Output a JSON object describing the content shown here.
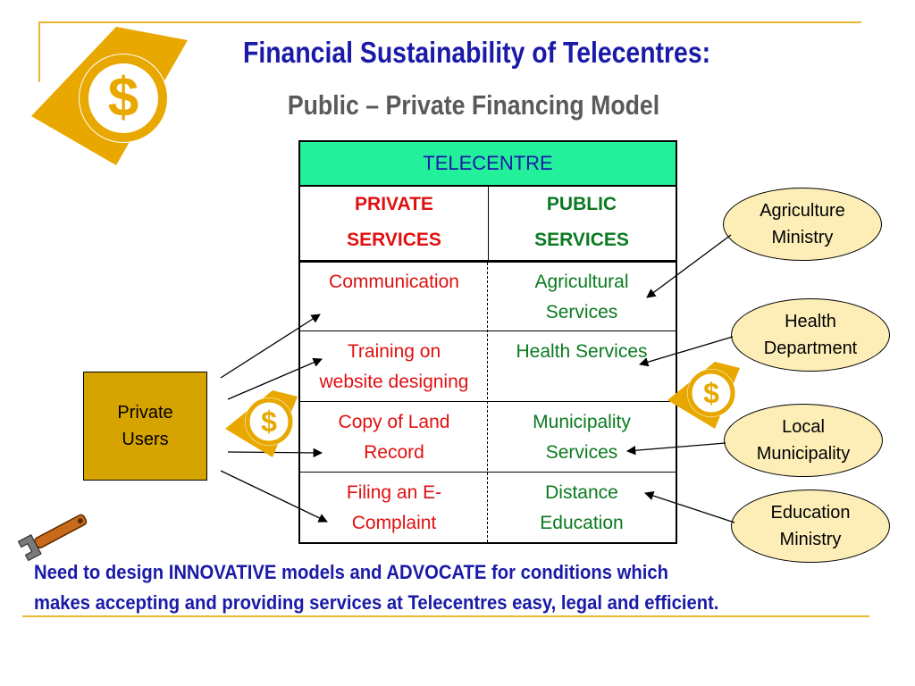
{
  "title": "Financial Sustainability of Telecentres:",
  "subtitle": "Public – Private Financing Model",
  "table": {
    "header": "TELECENTRE",
    "private_heading": [
      "PRIVATE",
      "SERVICES"
    ],
    "public_heading": [
      "PUBLIC",
      "SERVICES"
    ],
    "rows": [
      {
        "private": [
          "Communication"
        ],
        "public": [
          "Agricultural",
          "Services"
        ]
      },
      {
        "private": [
          "Training on",
          "website designing"
        ],
        "public": [
          "Health Services"
        ]
      },
      {
        "private": [
          "Copy of Land",
          "Record"
        ],
        "public": [
          "Municipality",
          "Services"
        ]
      },
      {
        "private": [
          "Filing an E-",
          "Complaint"
        ],
        "public": [
          "Distance",
          "Education"
        ]
      }
    ]
  },
  "private_users": [
    "Private",
    "Users"
  ],
  "entities": [
    {
      "id": "agriculture",
      "lines": [
        "Agriculture",
        "Ministry"
      ]
    },
    {
      "id": "health",
      "lines": [
        "Health",
        "Department"
      ]
    },
    {
      "id": "municipality",
      "lines": [
        "Local",
        "Municipality"
      ]
    },
    {
      "id": "education",
      "lines": [
        "Education",
        "Ministry"
      ]
    }
  ],
  "footer": [
    "Need to design INNOVATIVE models and ADVOCATE for conditions which",
    "makes accepting and providing services at Telecentres easy, legal and efficient."
  ],
  "icons": {
    "dollar": "$",
    "wrench": "wrench-icon"
  },
  "colors": {
    "accent": "#e8b830",
    "title": "#1a1aa8",
    "private": "#e01010",
    "public": "#0a7a20",
    "header_fill": "#22f09a",
    "users_fill": "#d6a400",
    "ellipse_fill": "#fdeeb8"
  }
}
